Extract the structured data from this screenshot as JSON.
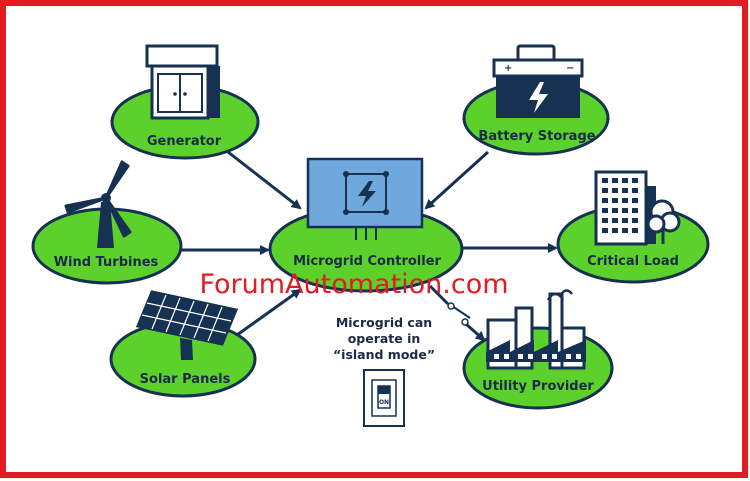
{
  "nodes": {
    "generator": "Generator",
    "battery": "Battery Storage",
    "wind": "Wind Turbines",
    "controller": "Microgrid Controller",
    "critical": "Critical Load",
    "solar": "Solar Panels",
    "utility": "Utility Provider"
  },
  "note": {
    "line1": "Microgrid can",
    "line2": "operate in",
    "line3": "“island mode”"
  },
  "switch_label": "ON",
  "watermark": "ForumAutomation.com",
  "colors": {
    "frame": "#e31b23",
    "node_fill": "#5dd12b",
    "node_stroke": "#163152",
    "icon_dark": "#163152",
    "controller_fill": "#6fa8dc",
    "watermark": "#e31b23"
  }
}
